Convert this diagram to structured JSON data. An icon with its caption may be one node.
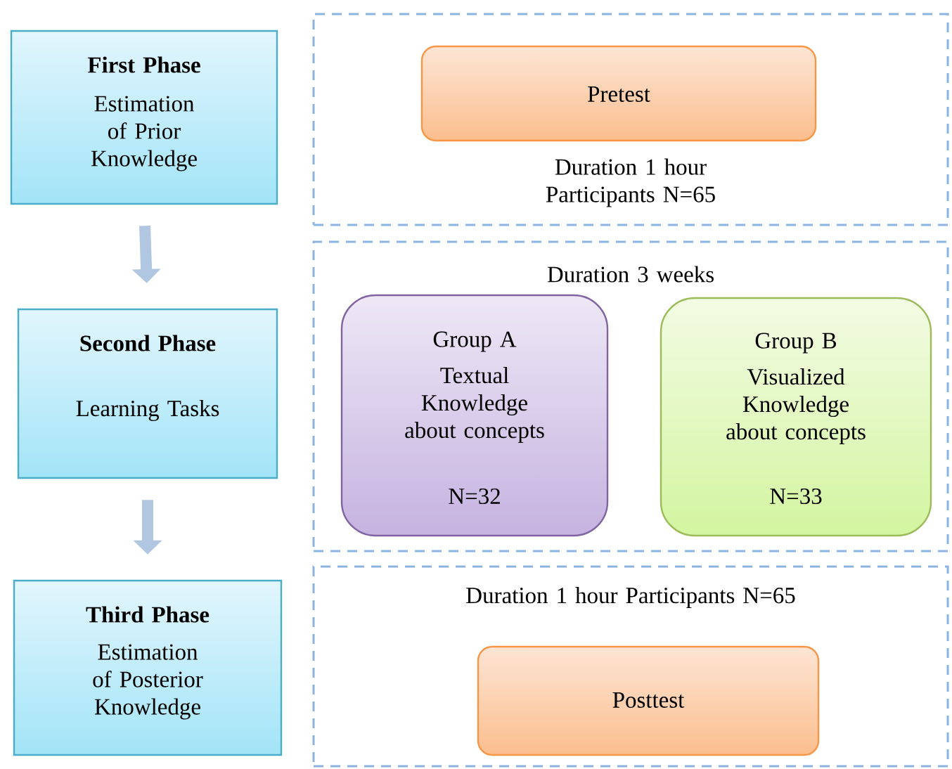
{
  "diagram": {
    "nodes": [
      {
        "text": [
          "First Phase",
          "Estimation of Prior Knowledge"
        ]
      },
      {
        "text": [
          "Duration 1 hour Participants N=65"
        ]
      },
      {
        "text": [
          "Pretest"
        ],
        "in": 1
      },
      {
        "text": [
          "Second Phase",
          "Learning Tasks"
        ]
      },
      {
        "text": [
          "Duration 3 weeks"
        ]
      },
      {
        "text": [
          "Group A",
          "Textual Knowledge about concepts",
          "N=32"
        ],
        "in": 4
      },
      {
        "text": [
          "Group B",
          "Visualized Knowledge about concepts",
          "N=33"
        ],
        "in": 4
      },
      {
        "text": [
          "Third Phase",
          "Estimation of Posterior Knowledge"
        ]
      },
      {
        "text": [
          "Duration 1 hour Participants N=65"
        ]
      },
      {
        "text": [
          "Posttest"
        ],
        "in": 8
      }
    ],
    "edges": [
      {
        "from": 0,
        "to": 3,
        "arrow": "to"
      },
      {
        "from": 3,
        "to": 7,
        "arrow": "to"
      }
    ]
  }
}
